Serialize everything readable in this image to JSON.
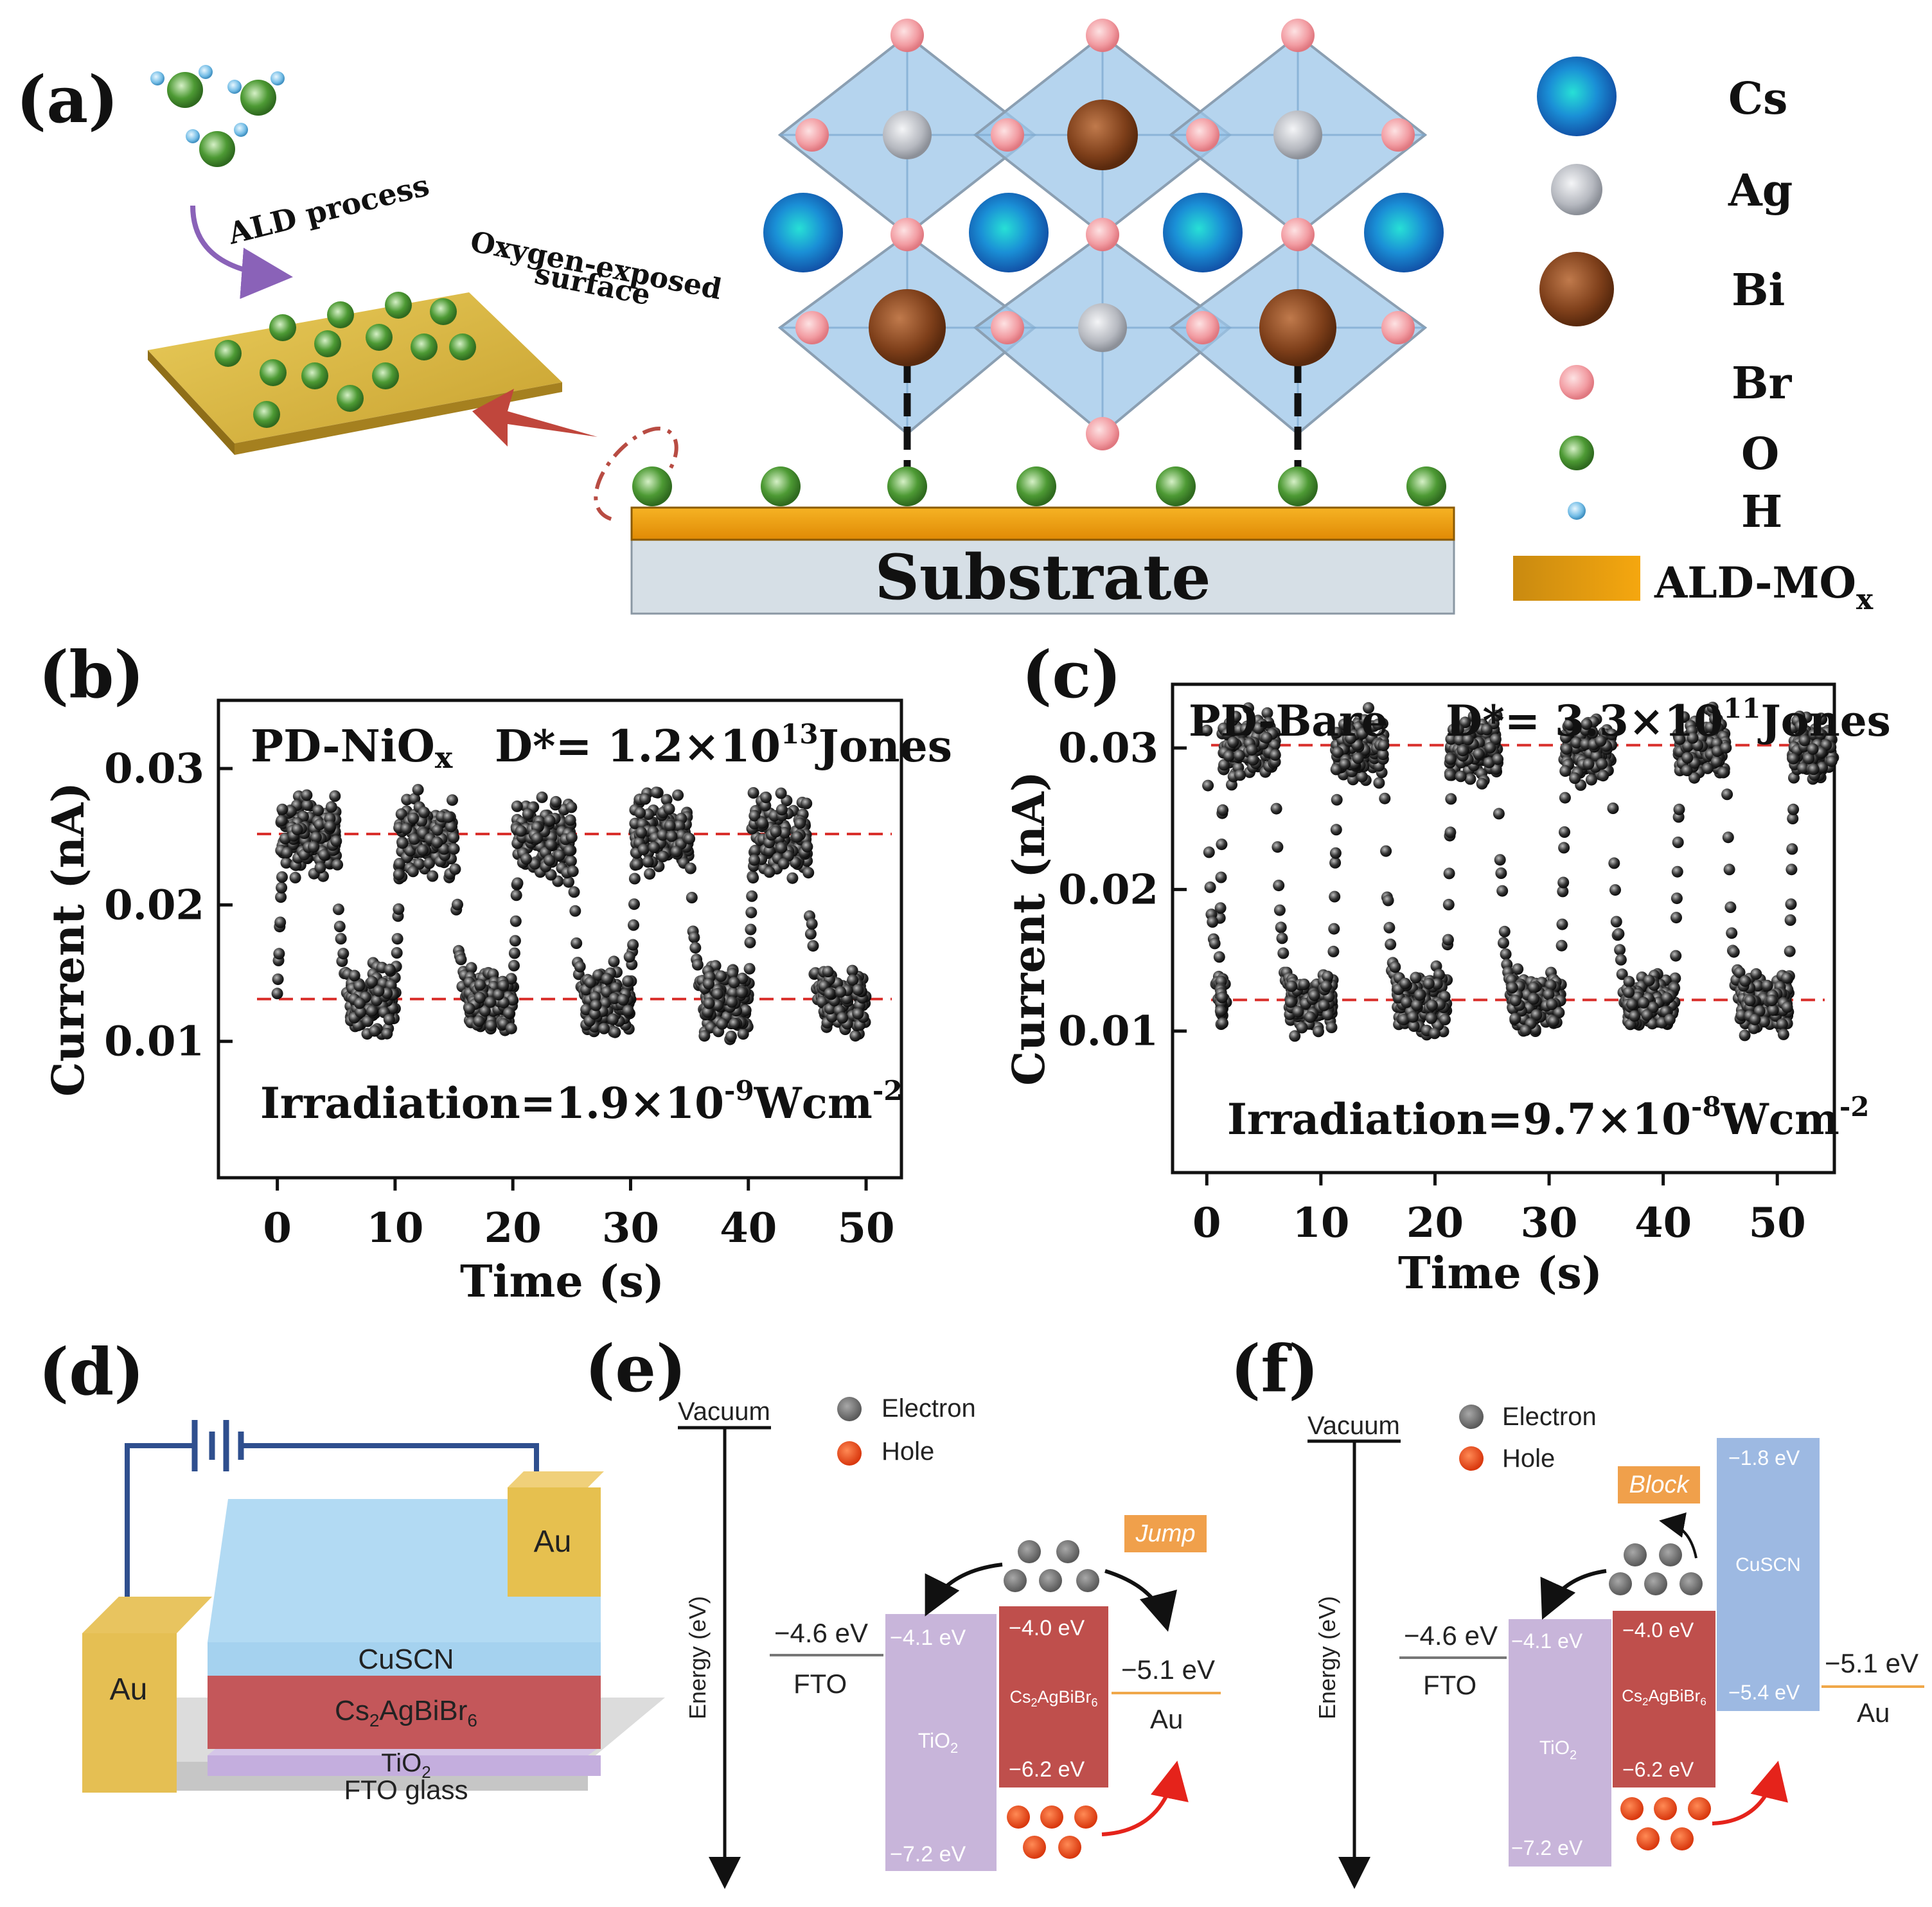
{
  "panel_labels": {
    "a": "(a)",
    "b": "(b)",
    "c": "(c)",
    "d": "(d)",
    "e": "(e)",
    "f": "(f)"
  },
  "panel_a": {
    "ald_process": "ALD process",
    "oxygen_exposed_1": "Oxygen-exposed",
    "oxygen_exposed_2": "surface",
    "substrate": "Substrate",
    "legend": [
      {
        "label": "Cs",
        "color": "#1e7fd0"
      },
      {
        "label": "Ag",
        "color": "#b9bcc3"
      },
      {
        "label": "Bi",
        "color": "#8a4a22"
      },
      {
        "label": "Br",
        "color": "#f3a1a6"
      },
      {
        "label": "O",
        "color": "#3c8a2e"
      },
      {
        "label": "H",
        "color": "#7fc3e6"
      }
    ],
    "ald_label": "ALD-MO",
    "ald_sub": "x",
    "colors": {
      "ald_layer": "#f0a20c",
      "substrate": "#d5dde3",
      "octahedron": "#9cc6e8"
    }
  },
  "panel_b": {
    "device": "PD-NiO",
    "device_sub": "x",
    "detectivity_prefix": "D*= 1.2×10",
    "detectivity_exp": "13",
    "detectivity_unit": "Jones",
    "irradiation_prefix": "Irradiation=1.9×10",
    "irradiation_exp": "-9",
    "irradiation_unit": "Wcm",
    "irradiation_unit_exp": "-2",
    "ylabel": "Current (nA)",
    "xlabel": "Time (s)",
    "yticks": [
      "0.01",
      "0.02",
      "0.03"
    ],
    "xticks": [
      "0",
      "10",
      "20",
      "30",
      "40",
      "50"
    ]
  },
  "panel_c": {
    "device": "PD-Bare",
    "detectivity_prefix": "D*= 3.3×10",
    "detectivity_exp": "11",
    "detectivity_unit": "Jones",
    "irradiation_prefix": "Irradiation=9.7×10",
    "irradiation_exp": "-8",
    "irradiation_unit": "Wcm",
    "irradiation_unit_exp": "-2",
    "ylabel": "Current (nA)",
    "xlabel": "Time (s)",
    "yticks": [
      "0.01",
      "0.02",
      "0.03"
    ],
    "xticks": [
      "0",
      "10",
      "20",
      "30",
      "40",
      "50"
    ]
  },
  "chart_data": [
    {
      "type": "scatter",
      "panel": "b",
      "xlabel": "Time (s)",
      "ylabel": "Current (nA)",
      "xlim": [
        -5,
        53
      ],
      "ylim": [
        0.0,
        0.035
      ],
      "xticks": [
        0,
        10,
        20,
        30,
        40,
        50
      ],
      "yticks": [
        0.01,
        0.02,
        0.03
      ],
      "grid": false,
      "reference_lines": [
        0.0252,
        0.0131
      ],
      "on_intervals": [
        [
          0,
          5
        ],
        [
          10,
          15
        ],
        [
          20,
          25
        ],
        [
          30,
          35
        ],
        [
          40,
          45
        ]
      ],
      "off_intervals": [
        [
          5,
          10
        ],
        [
          15,
          20
        ],
        [
          25,
          30
        ],
        [
          35,
          40
        ],
        [
          45,
          50
        ]
      ],
      "on_level": 0.025,
      "off_level": 0.013,
      "series": [
        {
          "values": "photocurrent on/off cycles, ~0.025 nA on, ~0.013 nA off"
        }
      ]
    },
    {
      "type": "scatter",
      "panel": "c",
      "xlabel": "Time (s)",
      "ylabel": "Current (nA)",
      "xlim": [
        -3,
        55
      ],
      "ylim": [
        0.0,
        0.0345
      ],
      "xticks": [
        0,
        10,
        20,
        30,
        40,
        50
      ],
      "yticks": [
        0.01,
        0.02,
        0.03
      ],
      "grid": false,
      "reference_lines": [
        0.0302,
        0.0122
      ],
      "on_intervals": [
        [
          1,
          6
        ],
        [
          11,
          15.5
        ],
        [
          21,
          25.5
        ],
        [
          31,
          35.5
        ],
        [
          41,
          45.5
        ],
        [
          51,
          55
        ]
      ],
      "off_intervals": [
        [
          0,
          1
        ],
        [
          6,
          11
        ],
        [
          15.5,
          21
        ],
        [
          25.5,
          31
        ],
        [
          35.5,
          41
        ],
        [
          45.5,
          51
        ]
      ],
      "on_level": 0.03,
      "off_level": 0.012,
      "series": [
        {
          "values": "photocurrent on/off cycles, ~0.030 nA on, ~0.012 nA off"
        }
      ]
    }
  ],
  "panel_d": {
    "au_left": "Au",
    "au_right": "Au",
    "cuscn": "CuSCN",
    "absorber_prefix": "Cs",
    "absorber_sub1": "2",
    "absorber_mid": "AgBiBr",
    "absorber_sub2": "6",
    "tio2_prefix": "TiO",
    "tio2_sub": "2",
    "fto": "FTO glass",
    "colors": {
      "au": "#e6c15a",
      "cuscn": "#a9d3ee",
      "absorber": "#c8595a",
      "tio2": "#c5b1dd",
      "fto": "#c9c9c9"
    }
  },
  "panel_e": {
    "vacuum": "Vacuum",
    "energy": "Energy (eV)",
    "electron": "Electron",
    "hole": "Hole",
    "jump": "Jump",
    "fto_level": "−4.6 eV",
    "fto": "FTO",
    "tio2_top": "−4.1 eV",
    "tio2_bottom": "−7.2 eV",
    "tio2_prefix": "TiO",
    "tio2_sub": "2",
    "abs_top": "−4.0 eV",
    "abs_bottom": "−6.2 eV",
    "abs_prefix": "Cs",
    "abs_sub1": "2",
    "abs_mid": "AgBiBr",
    "abs_sub2": "6",
    "au_level": "−5.1 eV",
    "au": "Au"
  },
  "panel_f": {
    "vacuum": "Vacuum",
    "energy": "Energy (eV)",
    "electron": "Electron",
    "hole": "Hole",
    "block": "Block",
    "fto_level": "−4.6 eV",
    "fto": "FTO",
    "tio2_top": "−4.1 eV",
    "tio2_bottom": "−7.2 eV",
    "tio2_prefix": "TiO",
    "tio2_sub": "2",
    "abs_top": "−4.0 eV",
    "abs_bottom": "−6.2 eV",
    "abs_prefix": "Cs",
    "abs_sub1": "2",
    "abs_mid": "AgBiBr",
    "abs_sub2": "6",
    "cuscn_top": "−1.8 eV",
    "cuscn": "CuSCN",
    "cuscn_bottom": "−5.4 eV",
    "au_level": "−5.1 eV",
    "au": "Au"
  },
  "colors": {
    "electron": "#7a7a7a",
    "hole": "#e2471a",
    "tio2_band": "#c6b3da",
    "abs_band": "#c0504d",
    "cuscn_band": "#9db8e2",
    "tag": "#f0a04b",
    "ref_line": "#d9302c"
  }
}
